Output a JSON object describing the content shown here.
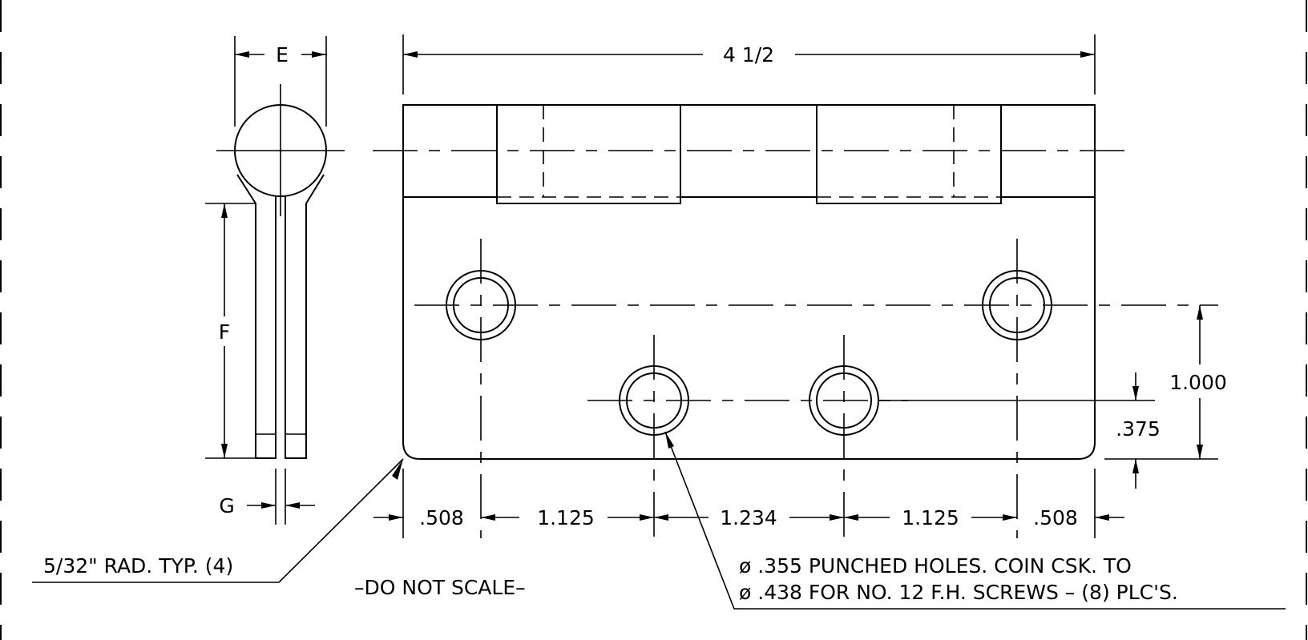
{
  "dimensions": {
    "overall_width": "4 1/2",
    "pin_dia": "E",
    "leaf_length": "F",
    "leaf_gap": "G",
    "edge_left": ".508",
    "spacing_1": "1.125",
    "spacing_2": "1.234",
    "spacing_3": "1.125",
    "edge_right": ".508",
    "height_upper": "1.000",
    "height_lower": ".375"
  },
  "notes": {
    "radius": "5/32\" RAD. TYP. (4)",
    "scale": "–DO NOT SCALE–",
    "holes_line1": "ø  .355  PUNCHED  HOLES.  COIN  CSK.  TO",
    "holes_line2": "ø  .438  FOR  NO.  12  F.H.  SCREWS  –  (8)  PLC'S."
  },
  "colors": {
    "line": "#000000",
    "background": "#ffffff"
  }
}
